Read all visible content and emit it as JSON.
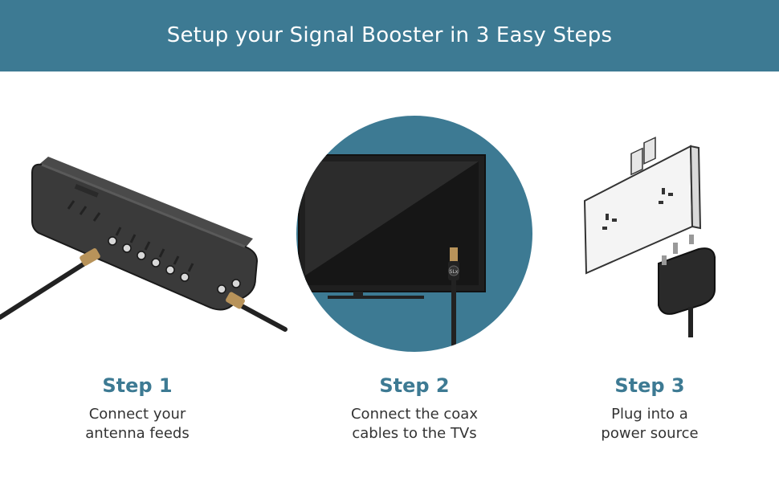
{
  "banner": {
    "title": "Setup your Signal Booster in 3 Easy Steps",
    "color": "#3d7a93"
  },
  "steps": [
    {
      "heading": "Step 1",
      "lines": [
        "Connect your",
        "antenna feeds"
      ],
      "icon": "signal-booster-icon"
    },
    {
      "heading": "Step 2",
      "lines": [
        "Connect the coax",
        "cables to the TVs"
      ],
      "icon": "tv-icon"
    },
    {
      "heading": "Step 3",
      "lines": [
        "Plug into a",
        "power source"
      ],
      "icon": "power-socket-icon"
    }
  ],
  "brand": {
    "logo_text": "SLx"
  }
}
